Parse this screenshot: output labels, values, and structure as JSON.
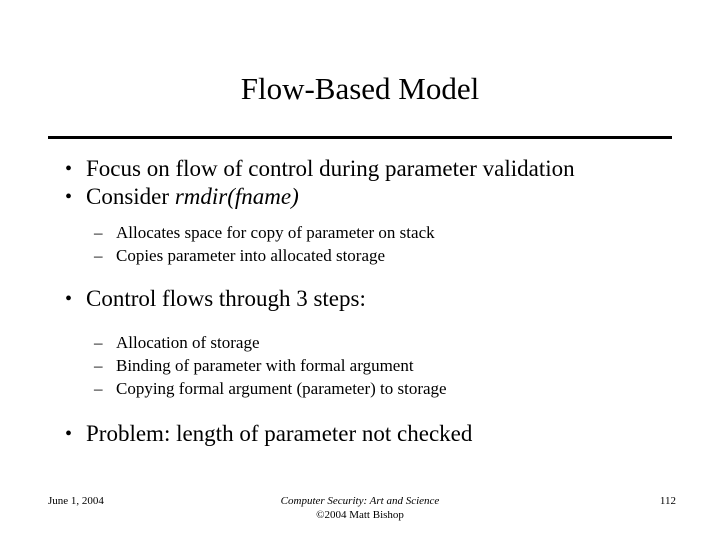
{
  "slide": {
    "title": "Flow-Based Model",
    "bullets": [
      {
        "level": 1,
        "marker": "•",
        "text": "Focus on flow of control during parameter validation"
      },
      {
        "level": 1,
        "marker": "•",
        "text_before": "Consider ",
        "text_italic": "rmdir(fname)",
        "text_after": ""
      },
      {
        "level": 2,
        "marker": "–",
        "text": "Allocates space for copy of parameter on stack"
      },
      {
        "level": 2,
        "marker": "–",
        "text": "Copies parameter into allocated storage"
      },
      {
        "level": 1,
        "marker": "•",
        "text": "Control flows through 3 steps:"
      },
      {
        "level": 2,
        "marker": "–",
        "text": "Allocation of storage"
      },
      {
        "level": 2,
        "marker": "–",
        "text": "Binding of parameter with formal argument"
      },
      {
        "level": 2,
        "marker": "–",
        "text": "Copying formal argument (parameter) to storage"
      },
      {
        "level": 1,
        "marker": "•",
        "text": "Problem: length of parameter not checked"
      }
    ]
  },
  "footer": {
    "date": "June 1, 2004",
    "center_line1": "Computer Security: Art and Science",
    "center_line2": "©2004 Matt Bishop",
    "page": "112"
  }
}
